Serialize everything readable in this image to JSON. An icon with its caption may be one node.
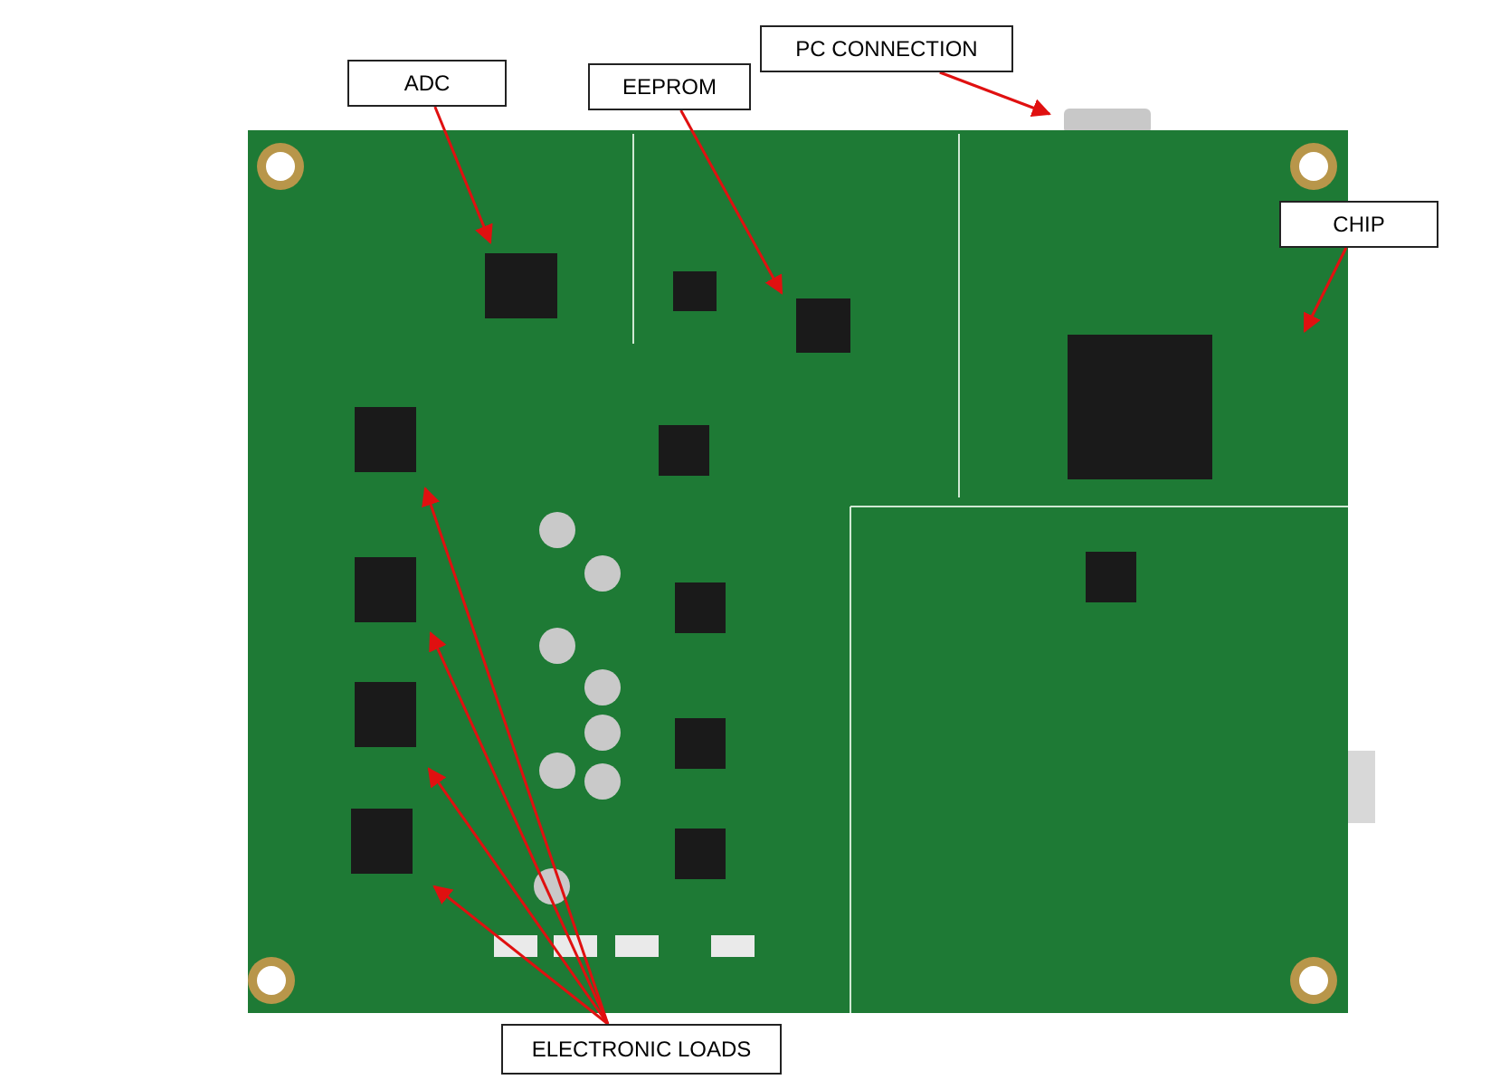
{
  "diagram": {
    "nodes": [
      {
        "text": [
          "ADC"
        ]
      },
      {
        "text": [
          "EEPROM"
        ]
      },
      {
        "text": [
          "PC CONNECTION"
        ]
      },
      {
        "text": [
          "CHIP"
        ]
      },
      {
        "text": [
          "ELECTRONIC LOADS"
        ]
      }
    ],
    "edges": [
      {
        "from": 0,
        "to": null,
        "arrow": "to"
      },
      {
        "from": 1,
        "to": null,
        "arrow": "to"
      },
      {
        "from": 2,
        "to": null,
        "arrow": "to"
      },
      {
        "from": 3,
        "to": null,
        "arrow": "to"
      },
      {
        "from": 4,
        "to": null,
        "arrow": "to"
      },
      {
        "from": 4,
        "to": null,
        "arrow": "to"
      },
      {
        "from": 4,
        "to": null,
        "arrow": "to"
      },
      {
        "from": 4,
        "to": null,
        "arrow": "to"
      }
    ]
  }
}
